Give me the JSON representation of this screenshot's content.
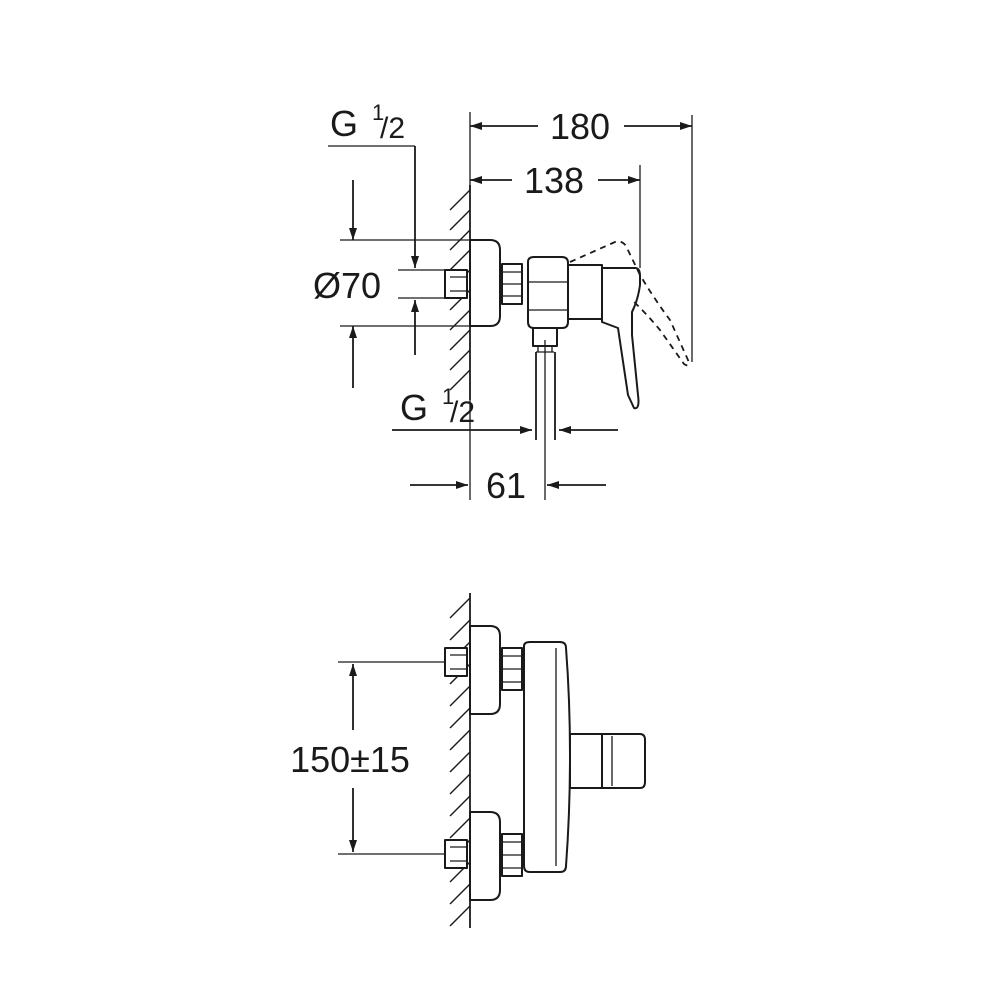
{
  "diagram": {
    "top_view": {
      "dim_overall_depth": "180",
      "dim_lever_depth": "138",
      "dim_inlet_thread": {
        "main": "G",
        "sup": "1",
        "sub": "/2"
      },
      "dim_rosette_diameter": "Ø70",
      "dim_outlet_thread": {
        "main": "G",
        "sup": "1",
        "sub": "/2"
      },
      "dim_outlet_offset": "61"
    },
    "front_view": {
      "dim_inlet_spacing": "150±15"
    }
  }
}
